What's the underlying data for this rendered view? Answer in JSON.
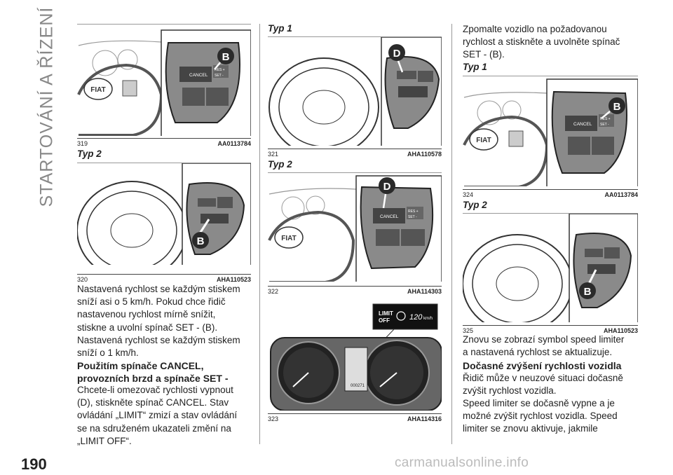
{
  "section_title": "STARTOVÁNÍ A ŘÍZENÍ",
  "page_number": "190",
  "watermark": "carmanualsonline.info",
  "figures": {
    "f319": {
      "num": "319",
      "code": "AA0113784",
      "badge": "B"
    },
    "f320": {
      "num": "320",
      "code": "AHA110523",
      "badge": "B"
    },
    "f321": {
      "num": "321",
      "code": "AHA110578",
      "badge": "D"
    },
    "f322": {
      "num": "322",
      "code": "AHA114303",
      "badge": "D"
    },
    "f323": {
      "num": "323",
      "code": "AHA114316"
    },
    "f324": {
      "num": "324",
      "code": "AA0113784",
      "badge": "B"
    },
    "f325": {
      "num": "325",
      "code": "AHA110523",
      "badge": "B"
    }
  },
  "switch_labels": {
    "cancel": "CANCEL",
    "res": "RES +",
    "set": "SET -",
    "brand": "FIAT"
  },
  "display": {
    "limit": "LIMIT",
    "off": "OFF",
    "speed": "120",
    "unit": "km/h",
    "odometer": "000271"
  },
  "typ1": "Typ 1",
  "typ2": "Typ 2",
  "col1": {
    "p1": [
      "Nastavená rychlost se každým stiskem",
      "sníží asi o 5 km/h. Pokud chce řidič",
      "nastavenou rychlost mírně snížit,",
      "stiskne a uvolní spínač SET - (B).",
      "Nastavená rychlost se každým stiskem",
      "sníží o 1 km/h."
    ],
    "h1": [
      "Použitím spínače CANCEL,",
      "provozních brzd a spínače SET -"
    ],
    "p2": [
      "Chcete-li omezovač rychlosti vypnout",
      "(D), stiskněte spínač CANCEL. Stav",
      "ovládání „LIMIT“ zmizí a stav ovládání",
      "se na sdruženém ukazateli změní na",
      "„LIMIT OFF“."
    ]
  },
  "col3": {
    "p0": [
      "Zpomalte vozidlo na požadovanou",
      "rychlost a stiskněte a uvolněte spínač",
      "SET - (B)."
    ],
    "p1": [
      "Znovu se zobrazí symbol speed limiter",
      "a nastavená rychlost se aktualizuje."
    ],
    "h1": [
      "Dočasné zvýšení rychlosti vozidla"
    ],
    "p2": [
      "Řidič může v neuzové situaci dočasně",
      "zvýšit rychlost vozidla."
    ],
    "p3": [
      "Speed limiter se dočasně vypne a je",
      "možné zvýšit rychlost vozidla. Speed",
      "limiter se znovu aktivuje, jakmile"
    ]
  },
  "colors": {
    "badge": "#2a2a2a",
    "text": "#222222",
    "side_title": "#888888"
  }
}
